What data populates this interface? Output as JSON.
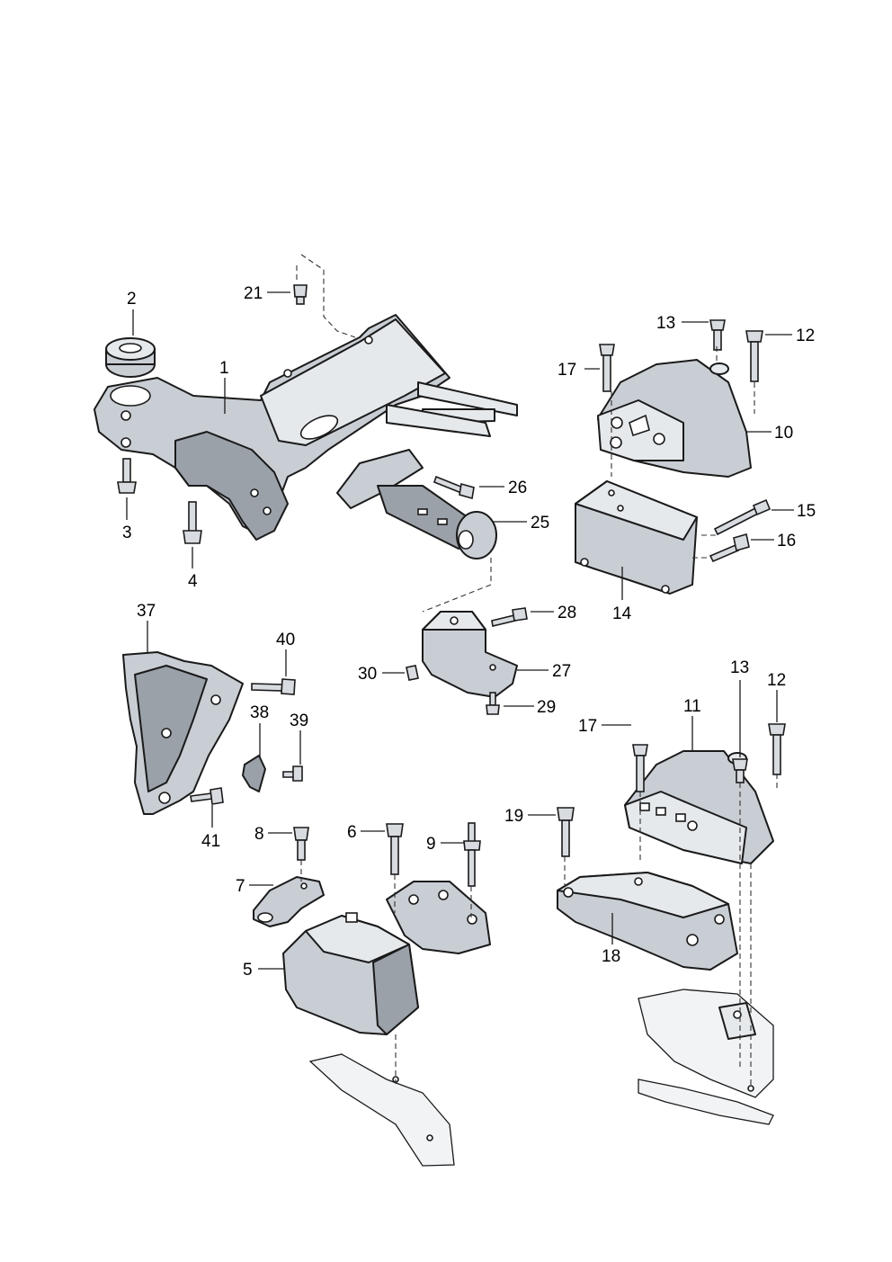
{
  "diagram": {
    "callouts": [
      {
        "id": "1",
        "text": "1"
      },
      {
        "id": "2",
        "text": "2"
      },
      {
        "id": "3",
        "text": "3"
      },
      {
        "id": "4",
        "text": "4"
      },
      {
        "id": "5",
        "text": "5"
      },
      {
        "id": "6",
        "text": "6"
      },
      {
        "id": "7",
        "text": "7"
      },
      {
        "id": "8",
        "text": "8"
      },
      {
        "id": "9",
        "text": "9"
      },
      {
        "id": "10",
        "text": "10"
      },
      {
        "id": "11",
        "text": "11"
      },
      {
        "id": "12a",
        "text": "12"
      },
      {
        "id": "12b",
        "text": "12"
      },
      {
        "id": "13a",
        "text": "13"
      },
      {
        "id": "13b",
        "text": "13"
      },
      {
        "id": "14",
        "text": "14"
      },
      {
        "id": "15",
        "text": "15"
      },
      {
        "id": "16",
        "text": "16"
      },
      {
        "id": "17a",
        "text": "17"
      },
      {
        "id": "17b",
        "text": "17"
      },
      {
        "id": "18",
        "text": "18"
      },
      {
        "id": "19",
        "text": "19"
      },
      {
        "id": "21",
        "text": "21"
      },
      {
        "id": "25",
        "text": "25"
      },
      {
        "id": "26",
        "text": "26"
      },
      {
        "id": "27",
        "text": "27"
      },
      {
        "id": "28",
        "text": "28"
      },
      {
        "id": "29",
        "text": "29"
      },
      {
        "id": "30",
        "text": "30"
      },
      {
        "id": "37",
        "text": "37"
      },
      {
        "id": "38",
        "text": "38"
      },
      {
        "id": "39",
        "text": "39"
      },
      {
        "id": "40",
        "text": "40"
      },
      {
        "id": "41",
        "text": "41"
      }
    ]
  }
}
